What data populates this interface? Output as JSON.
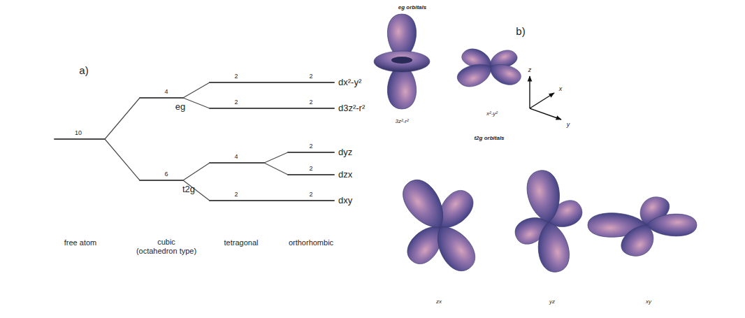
{
  "diagram": {
    "labels": [
      "a)",
      "10",
      "4",
      "eg",
      "6",
      "t2g",
      "2",
      "2",
      "4",
      "2",
      "2",
      "2",
      "2",
      "2",
      "2",
      "dx²-y²",
      "d3z²-r²",
      "dyz",
      "dzx",
      "dxy",
      "free atom",
      "cubic (octahedron type)",
      "tetragonal",
      "orthorhombic",
      "b)",
      "eg orbitals",
      "3z²-r²",
      "x²-y²",
      "z",
      "x",
      "y",
      "t2g orbitals",
      "zx",
      "yz",
      "xy"
    ]
  }
}
